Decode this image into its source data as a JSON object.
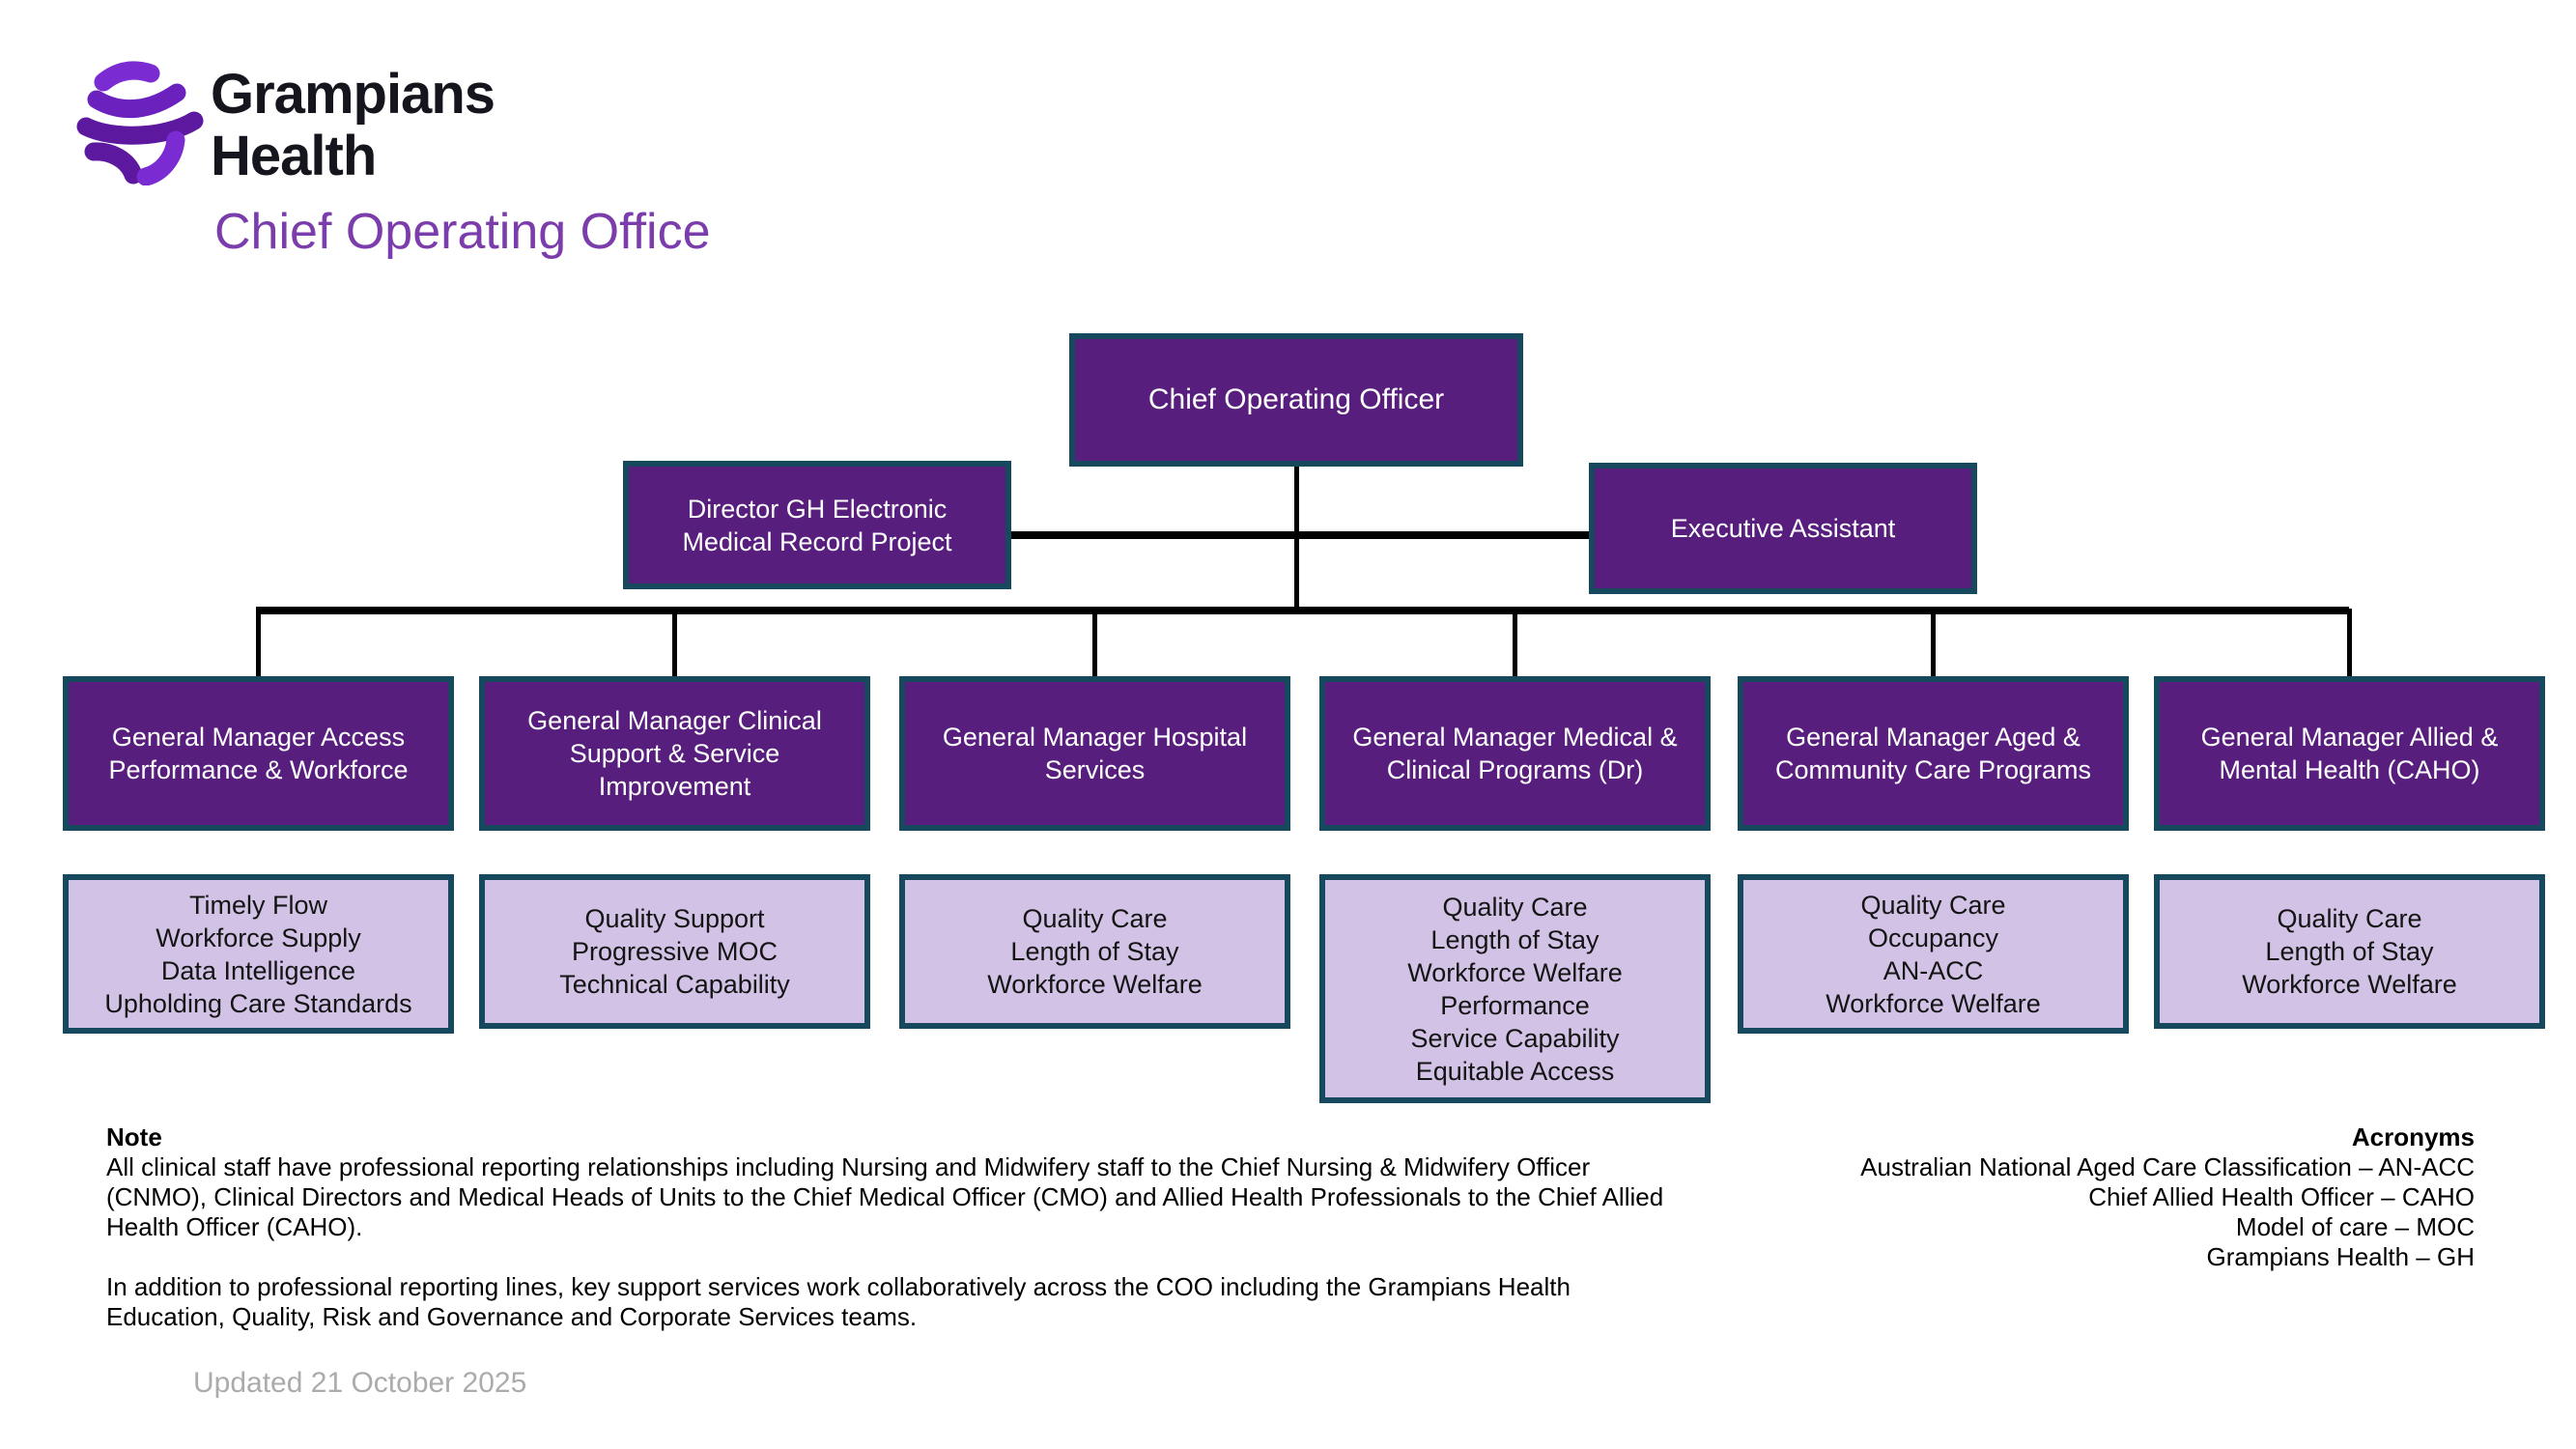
{
  "header": {
    "brand_line1": "Grampians",
    "brand_line2": "Health",
    "subtitle": "Chief Operating Office"
  },
  "org": {
    "root": {
      "label": "Chief Operating Officer"
    },
    "side_left": {
      "label": "Director GH Electronic Medical Record Project"
    },
    "side_right": {
      "label": "Executive Assistant"
    },
    "managers": [
      {
        "label": "General Manager Access Performance & Workforce",
        "focus": [
          "Timely Flow",
          "Workforce Supply",
          "Data Intelligence",
          "Upholding Care Standards"
        ]
      },
      {
        "label": "General Manager Clinical Support & Service Improvement",
        "focus": [
          "Quality Support",
          "Progressive MOC",
          "Technical Capability"
        ]
      },
      {
        "label": "General Manager Hospital Services",
        "focus": [
          "Quality Care",
          "Length of Stay",
          "Workforce Welfare"
        ]
      },
      {
        "label": "General Manager Medical & Clinical Programs (Dr)",
        "focus": [
          "Quality Care",
          "Length of Stay",
          "Workforce Welfare",
          "Performance",
          "Service Capability",
          "Equitable Access"
        ]
      },
      {
        "label": "General Manager Aged & Community Care Programs",
        "focus": [
          "Quality Care",
          "Occupancy",
          "AN-ACC",
          "Workforce Welfare"
        ]
      },
      {
        "label": "General Manager Allied & Mental Health (CAHO)",
        "focus": [
          "Quality Care",
          "Length of Stay",
          "Workforce Welfare"
        ]
      }
    ]
  },
  "note": {
    "heading": "Note",
    "para1": "All clinical staff have professional reporting relationships including Nursing and Midwifery staff to the Chief Nursing & Midwifery Officer (CNMO), Clinical Directors and Medical Heads of Units to the Chief Medical Officer (CMO) and Allied Health Professionals to the Chief Allied Health Officer (CAHO).",
    "para2": "In addition to professional reporting lines, key support services work collaboratively across the COO including the Grampians Health Education, Quality, Risk and Governance and Corporate Services teams."
  },
  "acronyms": {
    "heading": "Acronyms",
    "items": [
      "Australian National Aged Care Classification – AN-ACC",
      "Chief Allied Health Officer – CAHO",
      "Model of care – MOC",
      "Grampians Health – GH"
    ]
  },
  "footer": {
    "updated": "Updated 21 October 2025"
  },
  "colors": {
    "box_purple": "#571E7D",
    "box_border": "#17495E",
    "light_purple": "#D2C3E6",
    "accent_purple": "#7B3CAC",
    "line_black": "#000000",
    "updated_gray": "#ABABAB",
    "logo_violet": "#7A2BD2",
    "logo_deep": "#5C189E"
  }
}
